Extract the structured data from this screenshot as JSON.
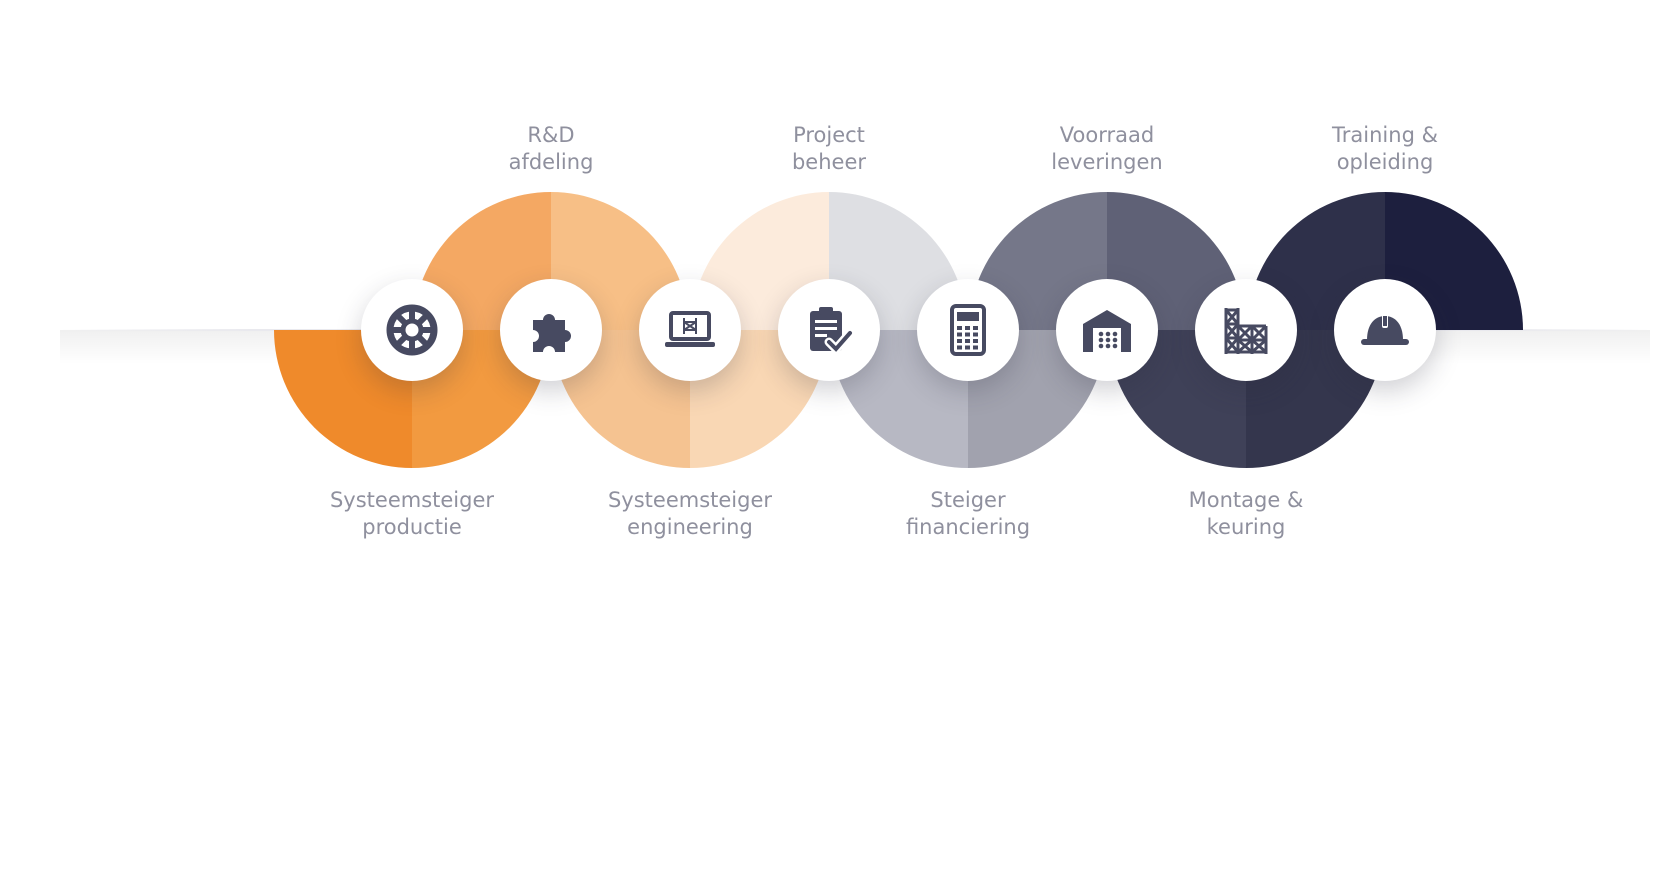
{
  "steps": [
    {
      "id": "productie",
      "lines": [
        "Systeemsteiger",
        "productie"
      ],
      "position": "bottom",
      "icon": "gear-wheel-icon"
    },
    {
      "id": "rd",
      "lines": [
        "R&D",
        "afdeling"
      ],
      "position": "top",
      "icon": "puzzle-icon"
    },
    {
      "id": "engineering",
      "lines": [
        "Systeemsteiger",
        "engineering"
      ],
      "position": "bottom",
      "icon": "laptop-icon"
    },
    {
      "id": "project",
      "lines": [
        "Project",
        "beheer"
      ],
      "position": "top",
      "icon": "clipboard-check-icon"
    },
    {
      "id": "financiering",
      "lines": [
        "Steiger",
        "financiering"
      ],
      "position": "bottom",
      "icon": "calculator-icon"
    },
    {
      "id": "voorraad",
      "lines": [
        "Voorraad",
        "leveringen"
      ],
      "position": "top",
      "icon": "warehouse-icon"
    },
    {
      "id": "montage",
      "lines": [
        "Montage &",
        "keuring"
      ],
      "position": "bottom",
      "icon": "scaffold-icon"
    },
    {
      "id": "training",
      "lines": [
        "Training &",
        "opleiding"
      ],
      "position": "top",
      "icon": "hard-hat-icon"
    }
  ],
  "colors": {
    "label": "#8f909e",
    "icon": "#474a61",
    "quarters": [
      "#ef8a2b",
      "#f29a40",
      "#f4a863",
      "#f7bf86",
      "#f5c391",
      "#f9d7b4",
      "#fcebdc",
      "#dedfe3",
      "#b7b8c3",
      "#a1a2ae",
      "#757789",
      "#5f6176",
      "#3f4158",
      "#34364d",
      "#2e304a",
      "#1d1f3e"
    ]
  }
}
